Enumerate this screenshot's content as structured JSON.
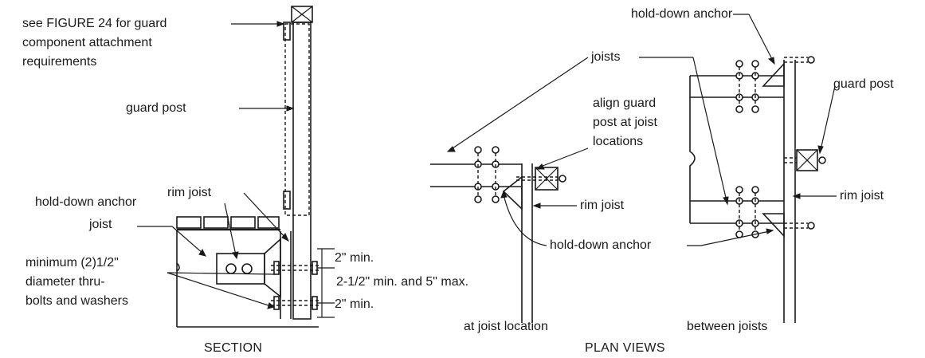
{
  "labels": {
    "see_figure": "see FIGURE 24 for guard",
    "component_attach": "component attachment",
    "requirements": "requirements",
    "guard_post_section": "guard post",
    "rim_joist_section": "rim joist",
    "hold_down_anchor_section": "hold-down anchor",
    "joist_section": "joist",
    "min_bolts_1": "minimum (2)1/2\"",
    "min_bolts_2": "diameter thru-",
    "min_bolts_3": "bolts and washers",
    "dim_top": "2\" min.",
    "dim_mid": "2-1/2\" min. and 5\" max.",
    "dim_bot": "2\" min.",
    "hold_down_anchor_plan_top": "hold-down anchor",
    "joists_plan": "joists",
    "align_1": "align guard",
    "align_2": "post at joist",
    "align_3": "locations",
    "guard_post_plan": "guard post",
    "rim_joist_plan_left": "rim joist",
    "rim_joist_plan_right": "rim joist",
    "hold_down_anchor_plan_bottom": "hold-down anchor",
    "at_joist_location": "at joist location",
    "between_joists": "between joists"
  },
  "captions": {
    "section": "SECTION",
    "plan_views": "PLAN VIEWS"
  }
}
